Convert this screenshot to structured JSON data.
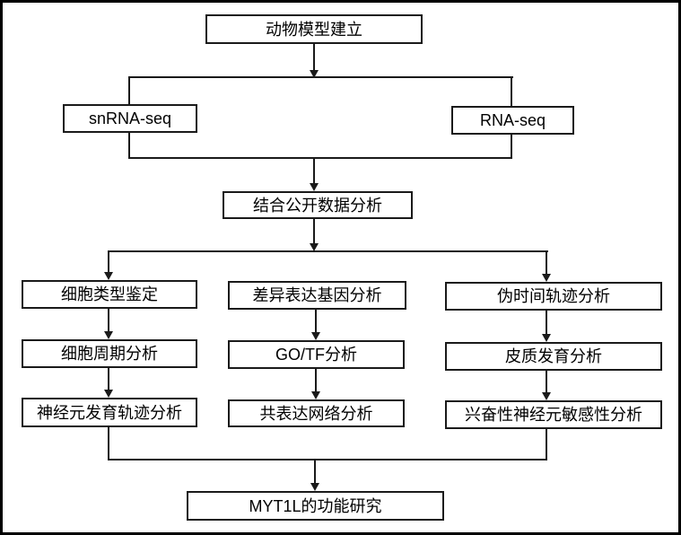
{
  "flowchart": {
    "root": {
      "label": "动物模型建立"
    },
    "sequencing": [
      {
        "label": "snRNA-seq"
      },
      {
        "label": "RNA-seq"
      }
    ],
    "integration": {
      "label": "结合公开数据分析"
    },
    "columns": [
      {
        "steps": [
          {
            "label": "细胞类型鉴定"
          },
          {
            "label": "细胞周期分析"
          },
          {
            "label": "神经元发育轨迹分析"
          }
        ]
      },
      {
        "steps": [
          {
            "label": "差异表达基因分析"
          },
          {
            "label": "GO/TF分析"
          },
          {
            "label": "共表达网络分析"
          }
        ]
      },
      {
        "steps": [
          {
            "label": "伪时间轨迹分析"
          },
          {
            "label": "皮质发育分析"
          },
          {
            "label": "兴奋性神经元敏感性分析"
          }
        ]
      }
    ],
    "conclusion": {
      "label": "MYT1L的功能研究"
    }
  },
  "colors": {
    "line": "#1a1a1a",
    "box_border": "#1a1a1a",
    "text": "#000000",
    "background": "#ffffff",
    "frame": "#000000"
  }
}
